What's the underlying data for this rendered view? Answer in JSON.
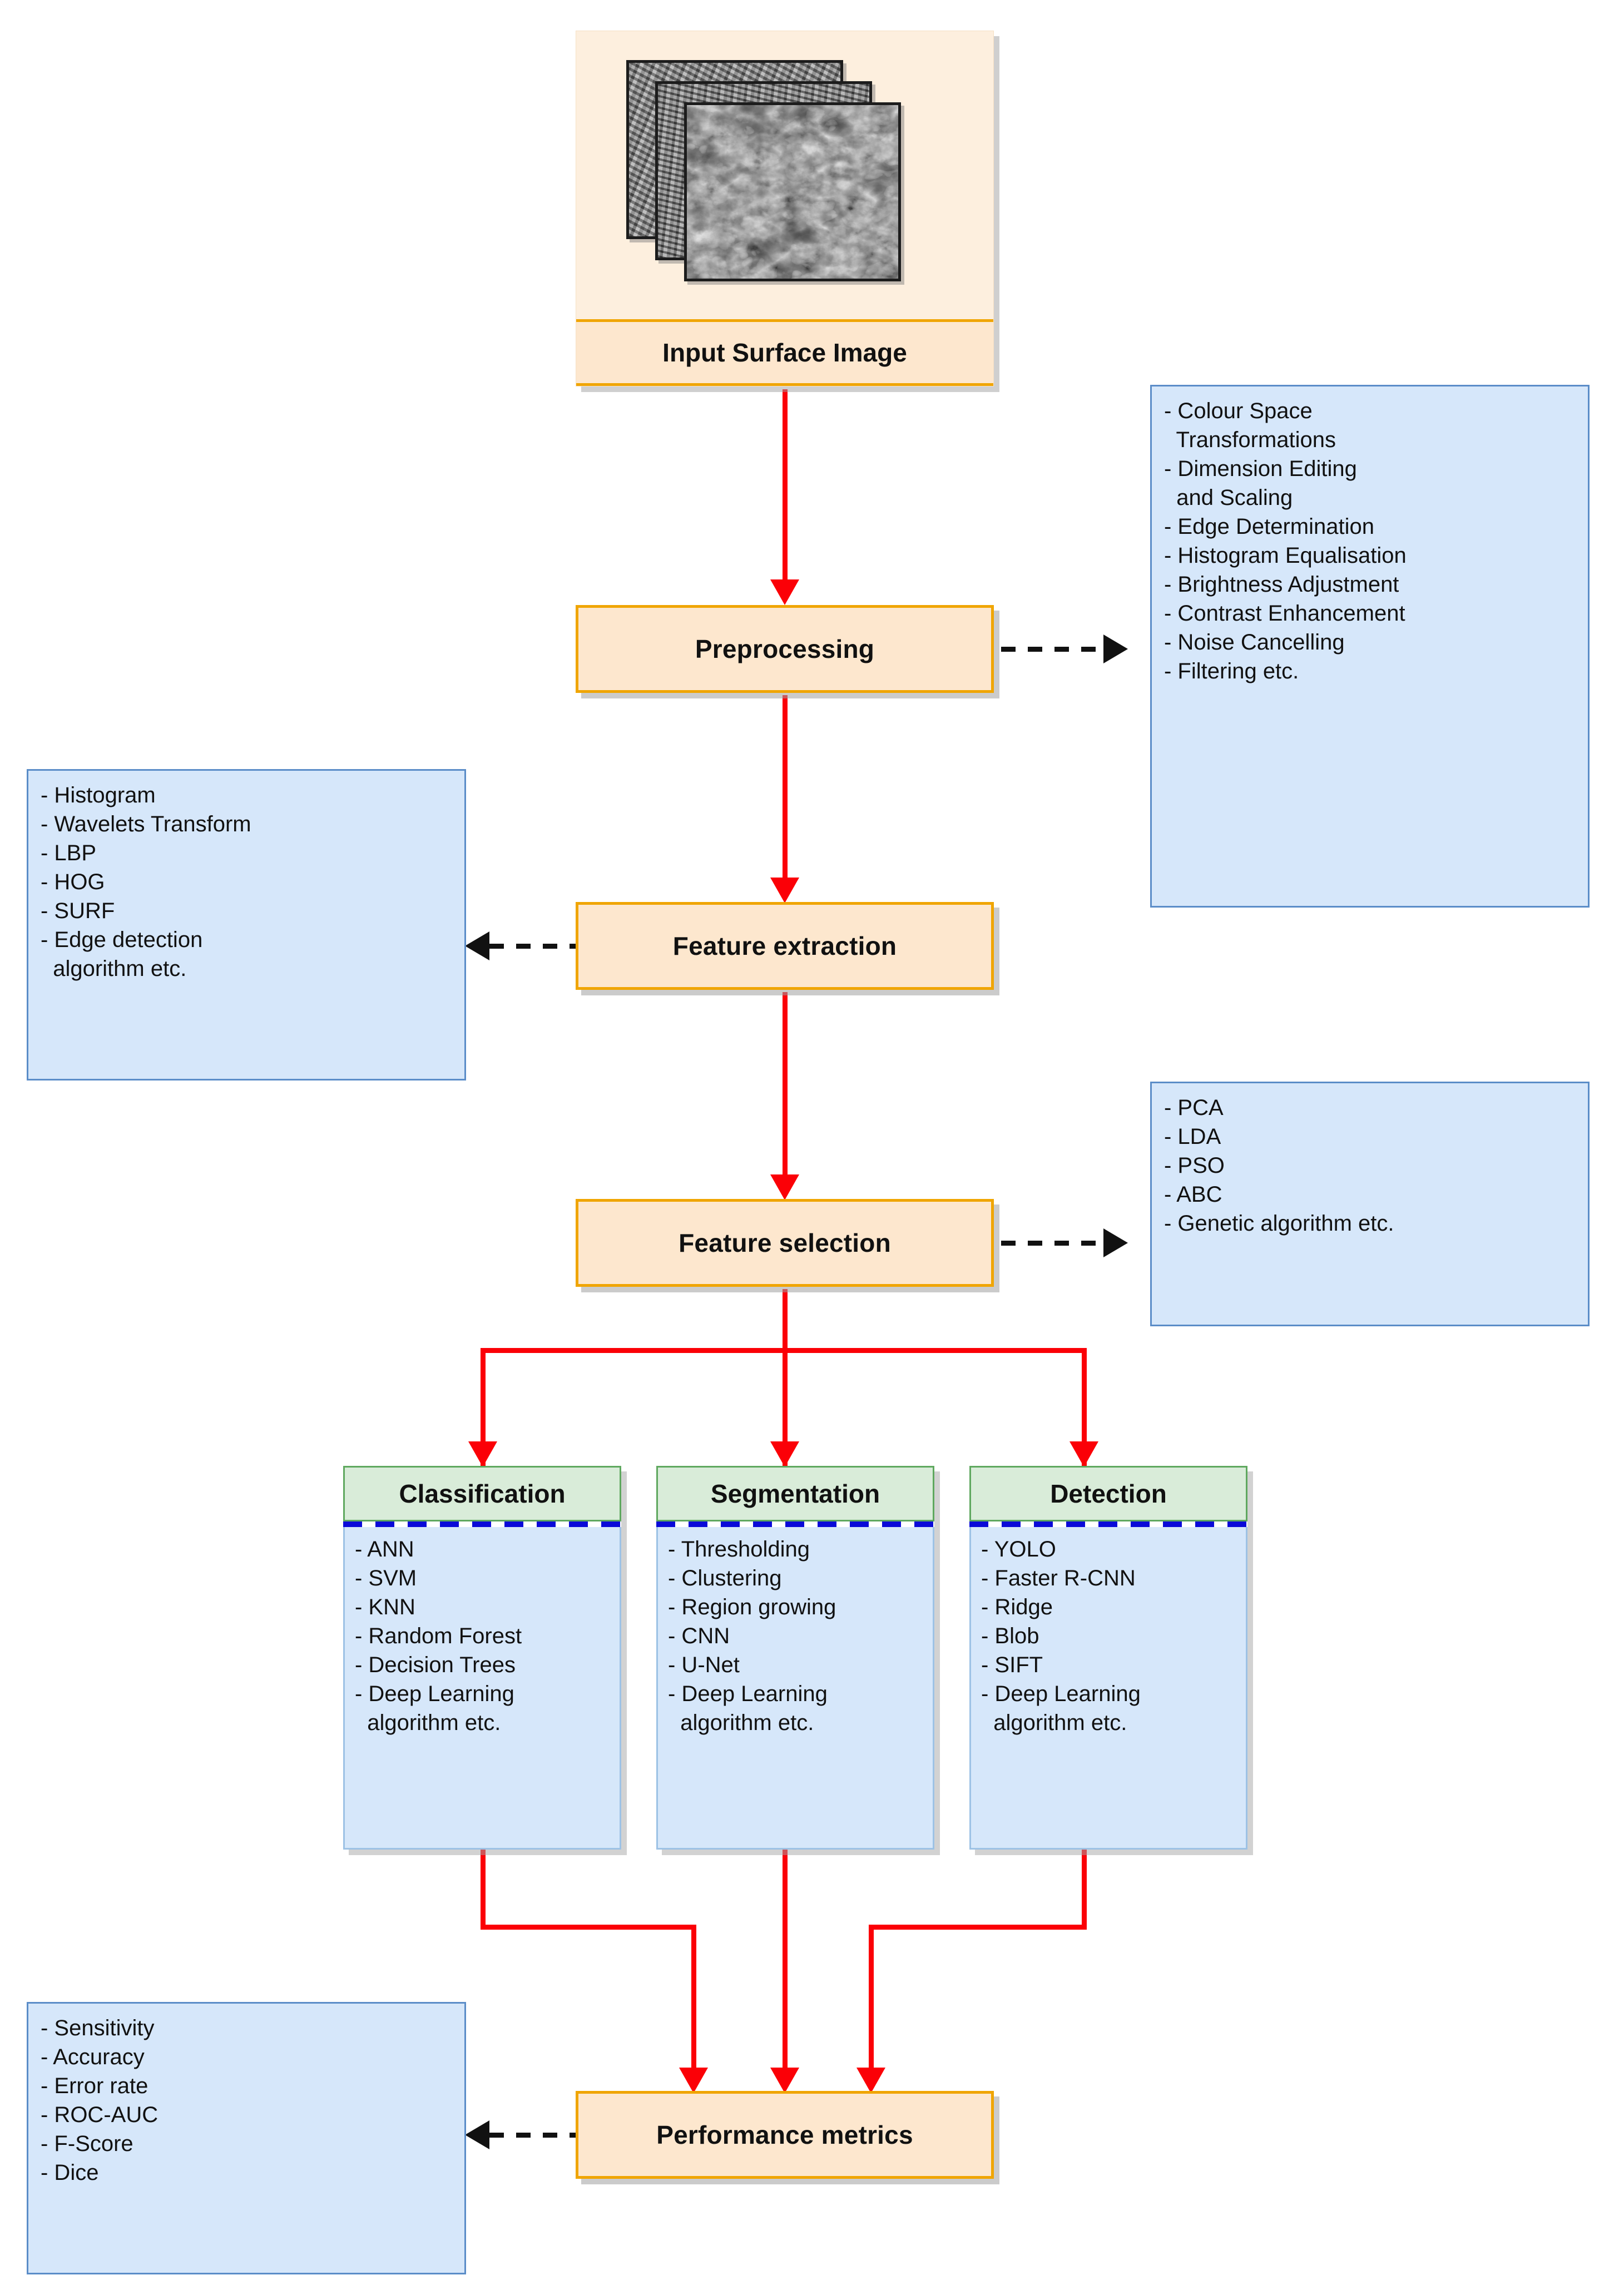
{
  "nodes": {
    "input": {
      "label": "Input Surface Image"
    },
    "preprocessing": {
      "label": "Preprocessing"
    },
    "feature_extraction": {
      "label": "Feature extraction"
    },
    "feature_selection": {
      "label": "Feature selection"
    },
    "performance": {
      "label": "Performance metrics"
    }
  },
  "detail_lists": {
    "preprocessing": {
      "items": [
        "- Colour Space",
        "  Transformations",
        "- Dimension Editing",
        "  and Scaling",
        "- Edge Determination",
        "- Histogram Equalisation",
        "- Brightness Adjustment",
        "- Contrast Enhancement",
        "- Noise Cancelling",
        "- Filtering etc."
      ]
    },
    "feature_extraction": {
      "items": [
        "- Histogram",
        "- Wavelets Transform",
        "- LBP",
        "- HOG",
        "- SURF",
        "- Edge detection",
        "  algorithm etc."
      ]
    },
    "feature_selection": {
      "items": [
        "- PCA",
        "- LDA",
        "- PSO",
        "- ABC",
        "- Genetic algorithm etc."
      ]
    },
    "performance": {
      "items": [
        "- Sensitivity",
        "- Accuracy",
        "- Error rate",
        "- ROC-AUC",
        "- F-Score",
        "- Dice"
      ]
    }
  },
  "task_panels": [
    {
      "title": "Classification",
      "items": [
        "- ANN",
        "- SVM",
        "- KNN",
        "- Random Forest",
        "- Decision Trees",
        "- Deep Learning",
        "  algorithm etc."
      ]
    },
    {
      "title": "Segmentation",
      "items": [
        "- Thresholding",
        "- Clustering",
        "- Region growing",
        "- CNN",
        "- U-Net",
        "- Deep Learning",
        "  algorithm etc."
      ]
    },
    {
      "title": "Detection",
      "items": [
        "- YOLO",
        "- Faster R-CNN",
        "- Ridge",
        "- Blob",
        "- SIFT",
        "- Deep Learning",
        "  algorithm etc."
      ]
    }
  ],
  "colors": {
    "flow_arrow": "#FB0007",
    "process_fill": "#FDE7CE",
    "process_border": "#F0A500",
    "list_fill": "#D6E7FA",
    "list_border": "#5B8DC8",
    "task_header_fill": "#D9ECD9",
    "task_header_border": "#5FA85F",
    "task_divider": "#0A0AD8",
    "dashed_arrow": "#111111"
  }
}
